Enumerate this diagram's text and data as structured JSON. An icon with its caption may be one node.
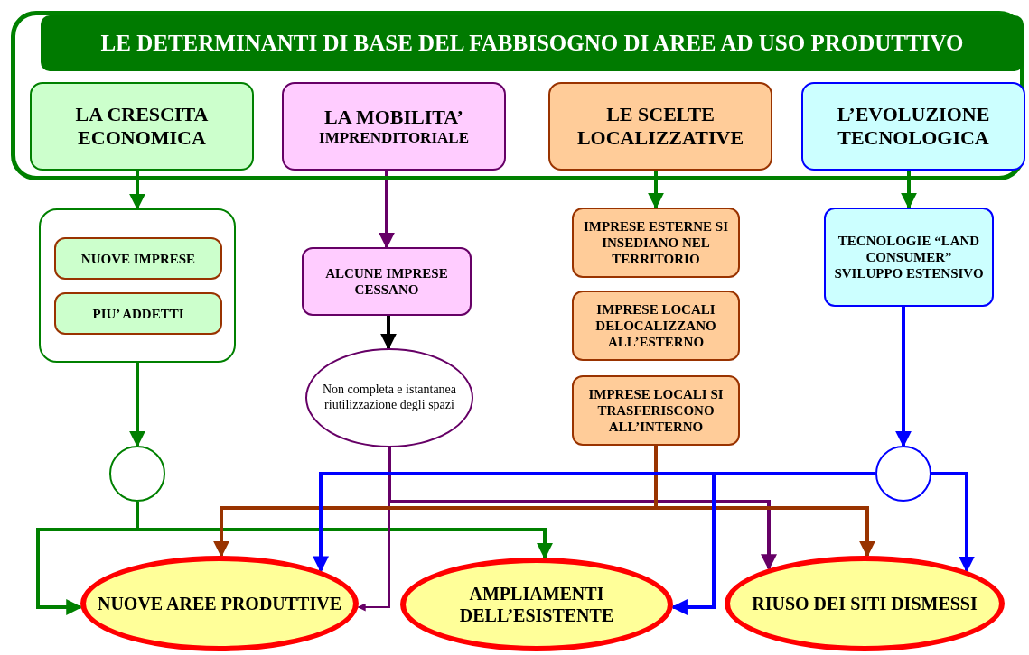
{
  "diagram": {
    "nodes": [
      {
        "text": [
          "LE DETERMINANTI DI BASE DEL FABBISOGNO DI AREE AD USO PRODUTTIVO"
        ]
      },
      {
        "text": [
          "LA CRESCITA ECONOMICA"
        ],
        "in": 0
      },
      {
        "text": [
          "LA MOBILITA’",
          "IMPRENDITORIALE"
        ],
        "in": 0
      },
      {
        "text": [
          "LE SCELTE LOCALIZZATIVE"
        ],
        "in": 0
      },
      {
        "text": [
          "L’EVOLUZIONE TECNOLOGICA"
        ],
        "in": 0
      },
      {
        "text": [],
        "shape": "box"
      },
      {
        "text": [
          "NUOVE IMPRESE"
        ],
        "in": 5
      },
      {
        "text": [
          "PIU’ ADDETTI"
        ],
        "in": 5
      },
      {
        "text": [
          "ALCUNE IMPRESE CESSANO"
        ]
      },
      {
        "text": [
          "Non completa e istantanea riutilizzazione degli spazi"
        ]
      },
      {
        "text": [
          "IMPRESE ESTERNE SI INSEDIANO NEL TERRITORIO"
        ]
      },
      {
        "text": [
          "IMPRESE LOCALI DELOCALIZZANO ALL’ESTERNO"
        ]
      },
      {
        "text": [
          "IMPRESE LOCALI SI TRASFERISCONO ALL’INTERNO"
        ]
      },
      {
        "text": [
          "TECNOLOGIE “LAND CONSUMER” SVILUPPO ESTENSIVO"
        ]
      },
      {
        "text": [],
        "shape": "circle"
      },
      {
        "text": [],
        "shape": "circle"
      },
      {
        "text": [
          "NUOVE AREE PRODUTTIVE"
        ]
      },
      {
        "text": [
          "AMPLIAMENTI DELL’ESISTENTE"
        ]
      },
      {
        "text": [
          "RIUSO DEI SITI DISMESSI"
        ]
      }
    ],
    "edges": [
      {
        "from": 1,
        "to": 5,
        "arrow": "to"
      },
      {
        "from": 2,
        "to": 8,
        "arrow": "to",
        "color": "#660066"
      },
      {
        "from": 3,
        "to": 10,
        "arrow": "to"
      },
      {
        "from": 4,
        "to": 13,
        "arrow": "to"
      },
      {
        "from": 8,
        "to": 9,
        "arrow": "to",
        "color": "#000000"
      },
      {
        "from": 5,
        "to": 14,
        "arrow": "to"
      },
      {
        "from": 13,
        "to": 15,
        "arrow": "to",
        "color": "#0000ff"
      },
      {
        "from": 14,
        "to": 16,
        "arrow": "to"
      },
      {
        "from": 14,
        "to": 17,
        "arrow": "to"
      },
      {
        "from": 9,
        "to": 16,
        "arrow": "to",
        "color": "#660066"
      },
      {
        "from": 9,
        "to": 18,
        "arrow": "to",
        "color": "#660066"
      },
      {
        "from": 12,
        "to": 16,
        "arrow": "to",
        "color": "#993300"
      },
      {
        "from": 12,
        "to": 18,
        "arrow": "to",
        "color": "#993300"
      },
      {
        "from": 15,
        "to": 16,
        "arrow": "to",
        "color": "#0000ff"
      },
      {
        "from": 15,
        "to": 17,
        "arrow": "to",
        "color": "#0000ff"
      },
      {
        "from": 15,
        "to": 18,
        "arrow": "to",
        "color": "#0000ff"
      }
    ]
  }
}
